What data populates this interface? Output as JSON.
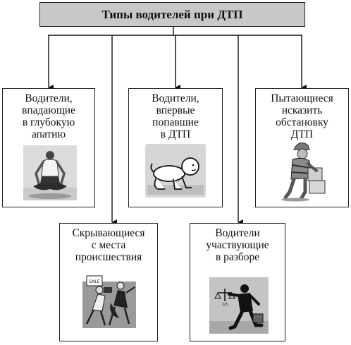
{
  "title": "Типы водителей при ДТП",
  "cards": [
    {
      "lines": [
        "Водители,",
        "впадающие",
        "в глубокую",
        "апатию"
      ],
      "picture": "meditating-man-icon"
    },
    {
      "lines": [
        "Водители,",
        "впервые",
        "попавшие",
        "в ДТП"
      ],
      "picture": "crawling-baby-icon"
    },
    {
      "lines": [
        "Пытающиеся",
        "исказить",
        "обстановку",
        "ДТП"
      ],
      "picture": "worker-carrying-boxes-icon"
    },
    {
      "lines": [
        "Скрывающиеся",
        "с места",
        "происшествия"
      ],
      "picture": "running-people-icon"
    },
    {
      "lines": [
        "Водители",
        "участвующие",
        "в разборе"
      ],
      "picture": "man-with-scales-icon",
      "scales_text": "2/5"
    }
  ]
}
